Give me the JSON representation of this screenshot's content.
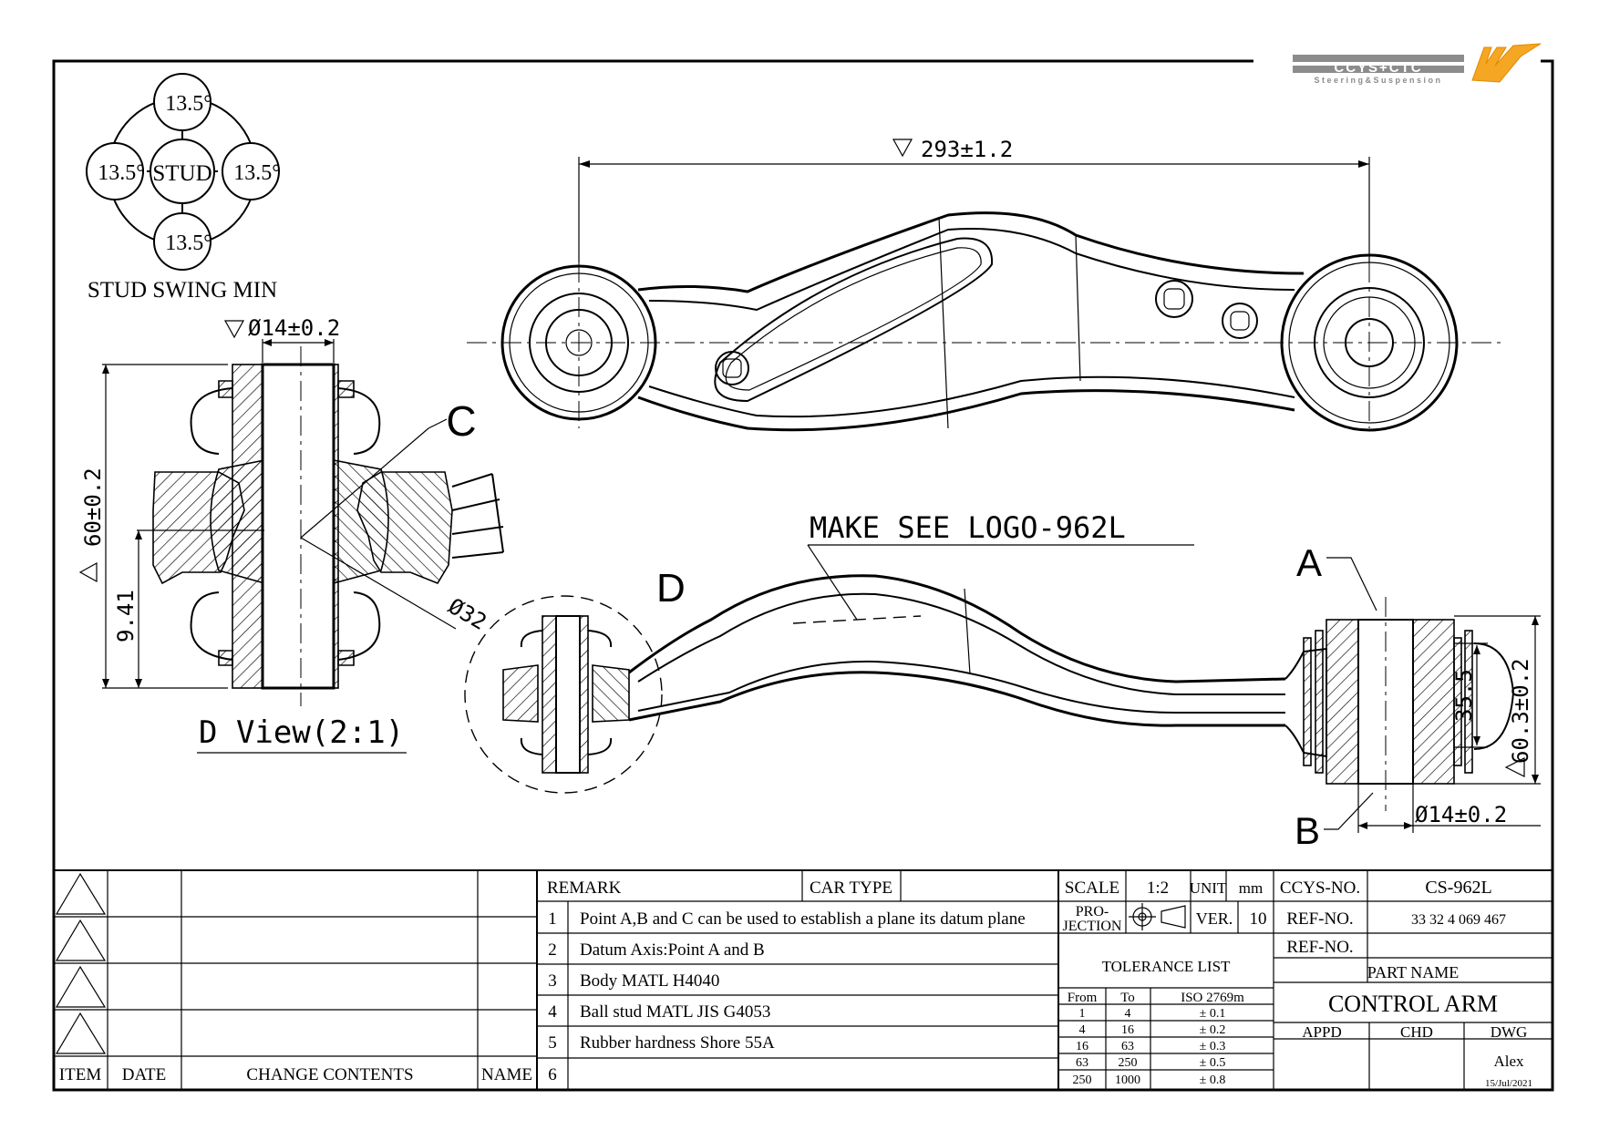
{
  "header": {
    "logo_text": "CCYS+CTC",
    "logo_tagline": "Steering&Suspension"
  },
  "stud_swing": {
    "center_label": "STUD",
    "angles": [
      "13.5°",
      "13.5°",
      "13.5°",
      "13.5°"
    ],
    "caption": "STUD SWING MIN"
  },
  "section_view": {
    "bore_dim": "Ø14±0.2",
    "height_dim": "60±0.2",
    "offset_dim": "9.41",
    "ball_dim": "Ø32",
    "section_label": "C",
    "caption": "D View(2:1)"
  },
  "top_view": {
    "length_dim": "293±1.2"
  },
  "side_view": {
    "logo_note": "MAKE SEE LOGO-962L",
    "detail_label": "D",
    "point_a": "A",
    "point_b": "B",
    "inner_dim": "35.5",
    "outer_dim": "60.3±0.2",
    "bore_dim": "Ø14±0.2"
  },
  "revision_table": {
    "headers": [
      "ITEM",
      "DATE",
      "CHANGE CONTENTS",
      "NAME"
    ]
  },
  "remarks": {
    "remark_label": "REMARK",
    "car_type_label": "CAR TYPE",
    "car_type_value": "",
    "items": [
      {
        "no": "1",
        "text": "Point A,B and C can be used to establish a plane its datum plane"
      },
      {
        "no": "2",
        "text": "Datum Axis:Point A and B"
      },
      {
        "no": "3",
        "text": "Body MATL H4040"
      },
      {
        "no": "4",
        "text": "Ball stud MATL JIS G4053"
      },
      {
        "no": "5",
        "text": "Rubber hardness Shore 55A"
      },
      {
        "no": "6",
        "text": ""
      }
    ]
  },
  "title_block": {
    "scale_label": "SCALE",
    "scale_value": "1:2",
    "unit_label": "UNIT",
    "unit_value": "mm",
    "projection_label_1": "PRO-",
    "projection_label_2": "JECTION",
    "ver_label": "VER.",
    "ver_value": "10",
    "tolerance_title": "TOLERANCE LIST",
    "tolerance_headers": [
      "From",
      "To",
      "ISO 2769m"
    ],
    "tolerance_rows": [
      {
        "from": "1",
        "to": "4",
        "tol": "± 0.1"
      },
      {
        "from": "4",
        "to": "16",
        "tol": "± 0.2"
      },
      {
        "from": "16",
        "to": "63",
        "tol": "± 0.3"
      },
      {
        "from": "63",
        "to": "250",
        "tol": "± 0.5"
      },
      {
        "from": "250",
        "to": "1000",
        "tol": "± 0.8"
      }
    ],
    "ccys_no_label": "CCYS-NO.",
    "ccys_no_value": "CS-962L",
    "ref_no_label": "REF-NO.",
    "ref_no_value": "33 32 4 069 467",
    "ref_no2_label": "REF-NO.",
    "ref_no2_value": "",
    "part_name_label": "PART NAME",
    "part_name_value": "CONTROL ARM",
    "appd_label": "APPD",
    "chd_label": "CHD",
    "dwg_label": "DWG",
    "dwg_name": "Alex",
    "dwg_date": "15/Jul/2021"
  }
}
